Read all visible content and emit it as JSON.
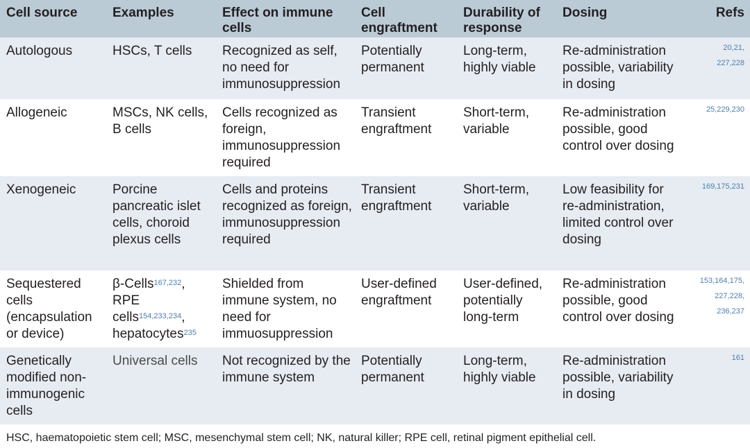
{
  "headers": {
    "cell_source": "Cell source",
    "examples": "Examples",
    "effect": "Effect on immune cells",
    "engraftment": "Cell engraftment",
    "durability": "Durability of response",
    "dosing": "Dosing",
    "refs": "Refs"
  },
  "rows": [
    {
      "source": "Autologous",
      "examples": "HSCs, T cells",
      "effect": "Recognized as self, no need for immunosuppression",
      "engraftment": "Potentially permanent",
      "durability": "Long-term, highly viable",
      "dosing": "Re-administration possible, variability in dosing",
      "refs": [
        "20,21,",
        "227,228"
      ]
    },
    {
      "source": "Allogeneic",
      "examples": "MSCs, NK cells, B cells",
      "effect": "Cells recognized as foreign, immunosuppression required",
      "engraftment": "Transient engraftment",
      "durability": "Short-term, variable",
      "dosing": "Re-administration possible, good control over dosing",
      "refs": [
        "25,229,230"
      ]
    },
    {
      "source": "Xenogeneic",
      "examples": "Porcine pancreatic islet cells, choroid plexus cells",
      "effect": "Cells and proteins recognized as foreign, immunosuppression required",
      "engraftment": "Transient engraftment",
      "durability": "Short-term, variable",
      "dosing": "Low feasibility for re-administration, limited control over dosing",
      "refs": [
        "169,175,231"
      ]
    },
    {
      "source": "Sequestered cells (encapsulation or device)",
      "examples": {
        "beta": "β-Cells",
        "beta_refs": "167,232",
        "rpe": "RPE cells",
        "rpe_refs": "154,233,234",
        "hep": "hepatocytes",
        "hep_refs": "235"
      },
      "effect": "Shielded from immune system, no need for immuosuppression",
      "engraftment": "User-defined engraftment",
      "durability": "User-defined, potentially long-term",
      "dosing": "Re-administration possible, good control over dosing",
      "refs": [
        "153,164,175,",
        "227,228,",
        "236,237"
      ]
    },
    {
      "source": "Genetically modified non-immunogenic cells",
      "examples": "Universal cells",
      "effect": "Not recognized by the immune system",
      "engraftment": "Potentially permanent",
      "durability": "Long-term, highly viable",
      "dosing": "Re-administration possible, variability in dosing",
      "refs": [
        "161"
      ]
    }
  ],
  "footnote": "HSC, haematopoietic stem cell; MSC, mesenchymal stem cell; NK, natural killer; RPE cell, retinal pigment epithelial cell.",
  "colors": {
    "header_bg": "#bbcbd6",
    "row_shade": "#e6ecf1",
    "ref_link": "#4a7fb5"
  }
}
